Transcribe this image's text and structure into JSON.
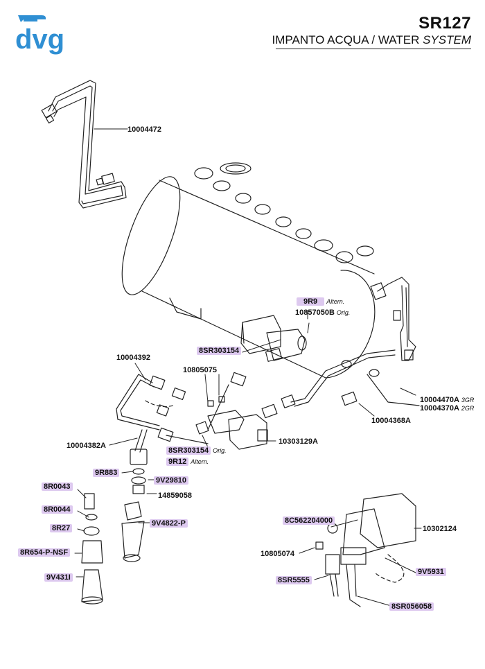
{
  "header": {
    "model": "SR127",
    "subtitle_main": "IMPANTO ACQUA / WATER ",
    "subtitle_italic": "SYSTEM"
  },
  "logo": {
    "text": "dvg",
    "color": "#2f8fd3"
  },
  "colors": {
    "highlight": "#ddc9ef",
    "line": "#222222"
  },
  "parts": {
    "p10004472": "10004472",
    "p9R9": "9R9",
    "p9R9_note": "Altern.",
    "p10857050B": "10857050B",
    "p10857050B_note": "Orig.",
    "p8SR303154a": "8SR303154",
    "p10004392": "10004392",
    "p10805075": "10805075",
    "p10004470A": "10004470A",
    "p10004470A_note": "3GR",
    "p10004370A": "10004370A",
    "p10004370A_note": "2GR",
    "p10004368A": "10004368A",
    "p10004382A": "10004382A",
    "p10303129A": "10303129A",
    "p8SR303154b": "8SR303154",
    "p8SR303154b_note": "Orig.",
    "p9R12": "9R12",
    "p9R12_note": "Altern.",
    "p9R883": "9R883",
    "p9V29810": "9V29810",
    "p8R0043": "8R0043",
    "p14859058": "14859058",
    "p8R0044": "8R0044",
    "p9V4822P": "9V4822-P",
    "p8R27": "8R27",
    "p8R654PNSF": "8R654-P-NSF",
    "p9V431I": "9V431I",
    "p8C562204000": "8C562204000",
    "p10302124": "10302124",
    "p10805074": "10805074",
    "p9V5931": "9V5931",
    "p8SR5555": "8SR5555",
    "p8SR056058": "8SR056058"
  }
}
